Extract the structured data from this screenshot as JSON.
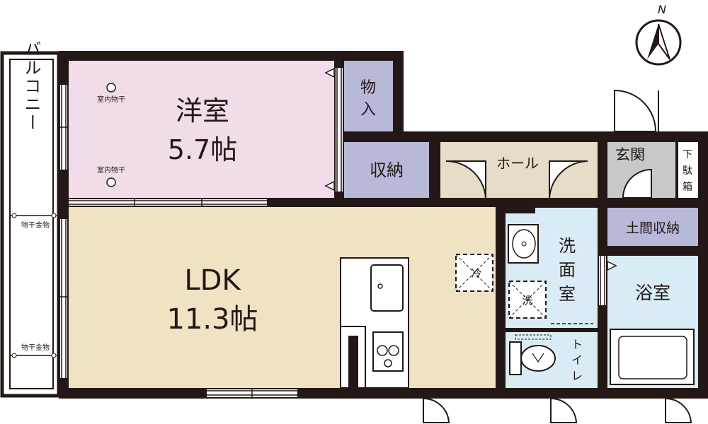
{
  "compass": {
    "label": "N"
  },
  "rooms": {
    "western": {
      "name": "洋室",
      "size": "5.7帖",
      "color": "#F3DCE9"
    },
    "ldk": {
      "name": "LDK",
      "size": "11.3帖",
      "color": "#F2E2C4"
    },
    "balcony": {
      "name": "バルコニー"
    },
    "closet": {
      "line1": "物",
      "line2": "入",
      "color": "#B8B8D9"
    },
    "storage": {
      "name": "収納",
      "color": "#B8B8D9"
    },
    "hall": {
      "name": "ホール",
      "color": "#E6DDC8"
    },
    "entrance": {
      "name": "玄関",
      "color": "#C8C8C8"
    },
    "shoe_box": {
      "line1": "下",
      "line2": "駄",
      "line3": "箱"
    },
    "earth_storage": {
      "name": "土間収納",
      "color": "#B8B8D9"
    },
    "washroom": {
      "line1": "洗",
      "line2": "面",
      "line3": "室",
      "color": "#D9ECF6"
    },
    "bathroom": {
      "name": "浴室",
      "color": "#D9ECF6"
    },
    "toilet": {
      "line1": "ト",
      "line2": "イ",
      "line3": "レ",
      "color": "#D9ECF6"
    }
  },
  "labels": {
    "indoor_dry_1": "室内物干",
    "indoor_dry_2": "室内物干",
    "outdoor_dry_1": "物干金物",
    "outdoor_dry_2": "物干金物",
    "fridge": "冷",
    "washer": "洗"
  },
  "colors": {
    "wall": "#231815"
  }
}
